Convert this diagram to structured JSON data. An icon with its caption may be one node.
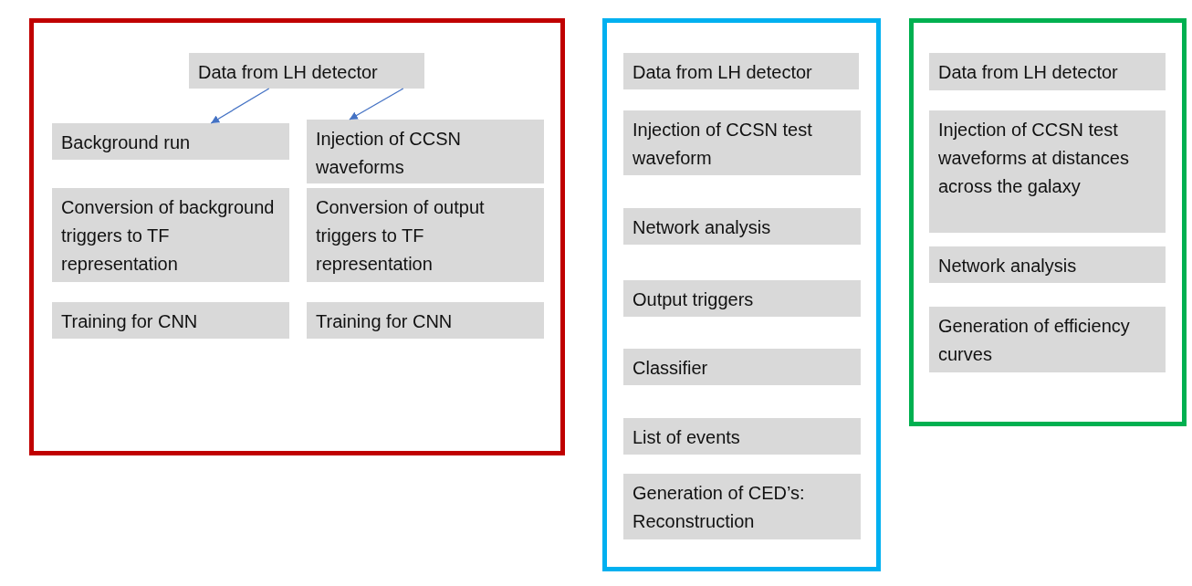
{
  "diagram": {
    "nodes": [
      {
        "text": [],
        "shape": "box"
      },
      {
        "text": [
          "Data from LH detector"
        ],
        "in": 0
      },
      {
        "text": [
          "Background run"
        ],
        "in": 0
      },
      {
        "text": [
          "Injection of CCSN waveforms"
        ],
        "in": 0
      },
      {
        "text": [
          "Conversion of background triggers to TF representation"
        ],
        "in": 0
      },
      {
        "text": [
          "Conversion of output triggers to TF representation"
        ],
        "in": 0
      },
      {
        "text": [
          "Training for CNN"
        ],
        "in": 0
      },
      {
        "text": [
          "Training for CNN"
        ],
        "in": 0
      },
      {
        "text": [],
        "shape": "box"
      },
      {
        "text": [
          "Data from LH detector"
        ],
        "in": 8
      },
      {
        "text": [
          "Injection of CCSN test waveform"
        ],
        "in": 8
      },
      {
        "text": [
          "Network analysis"
        ],
        "in": 8
      },
      {
        "text": [
          "Output triggers"
        ],
        "in": 8
      },
      {
        "text": [
          "Classifier"
        ],
        "in": 8
      },
      {
        "text": [
          "List of events"
        ],
        "in": 8
      },
      {
        "text": [
          "Generation of CED’s: Reconstruction"
        ],
        "in": 8
      },
      {
        "text": [],
        "shape": "box"
      },
      {
        "text": [
          "Data from LH detector"
        ],
        "in": 16
      },
      {
        "text": [
          "Injection of CCSN test waveforms at distances across the galaxy"
        ],
        "in": 16
      },
      {
        "text": [
          "Network analysis"
        ],
        "in": 16
      },
      {
        "text": [
          "Generation of efficiency curves"
        ],
        "in": 16
      }
    ],
    "edges": [
      {
        "from": 1,
        "to": 2,
        "arrow": "to"
      },
      {
        "from": 1,
        "to": 3,
        "arrow": "to"
      }
    ]
  }
}
